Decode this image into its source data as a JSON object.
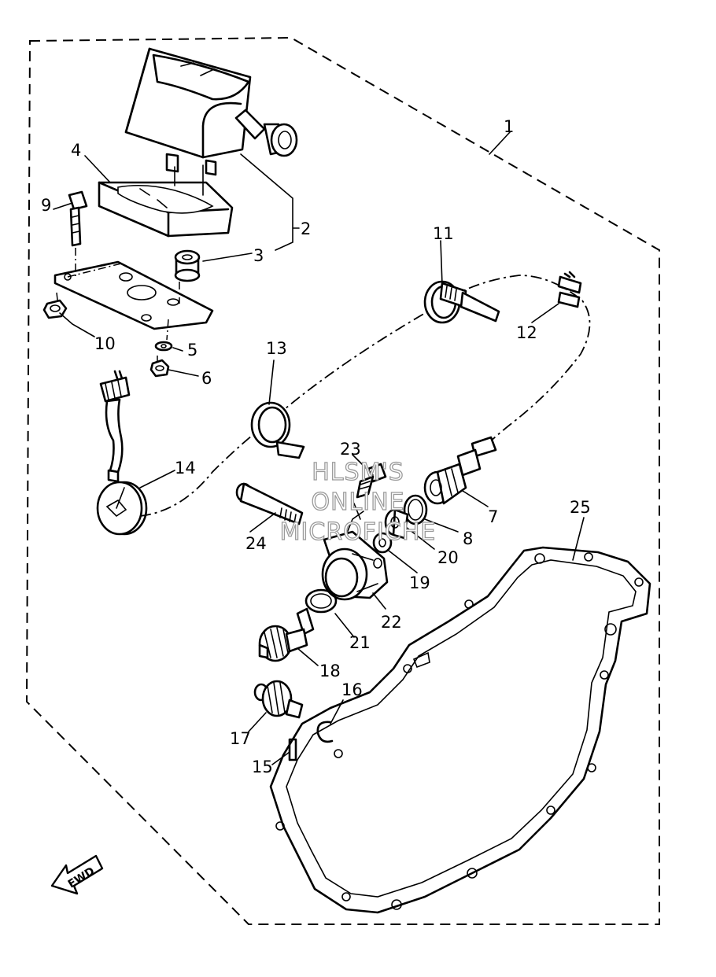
{
  "callouts": [
    "1",
    "2",
    "3",
    "4",
    "5",
    "6",
    "7",
    "8",
    "9",
    "10",
    "11",
    "12",
    "13",
    "14",
    "15",
    "16",
    "17",
    "18",
    "19",
    "20",
    "21",
    "22",
    "23",
    "24",
    "25"
  ],
  "watermark": {
    "line1": "HLSM'S",
    "line2": "ONLINE",
    "line3": "MICROFICHE"
  },
  "direction_arrow": {
    "label": "FWD",
    "icon": "fwd-arrow-icon"
  }
}
